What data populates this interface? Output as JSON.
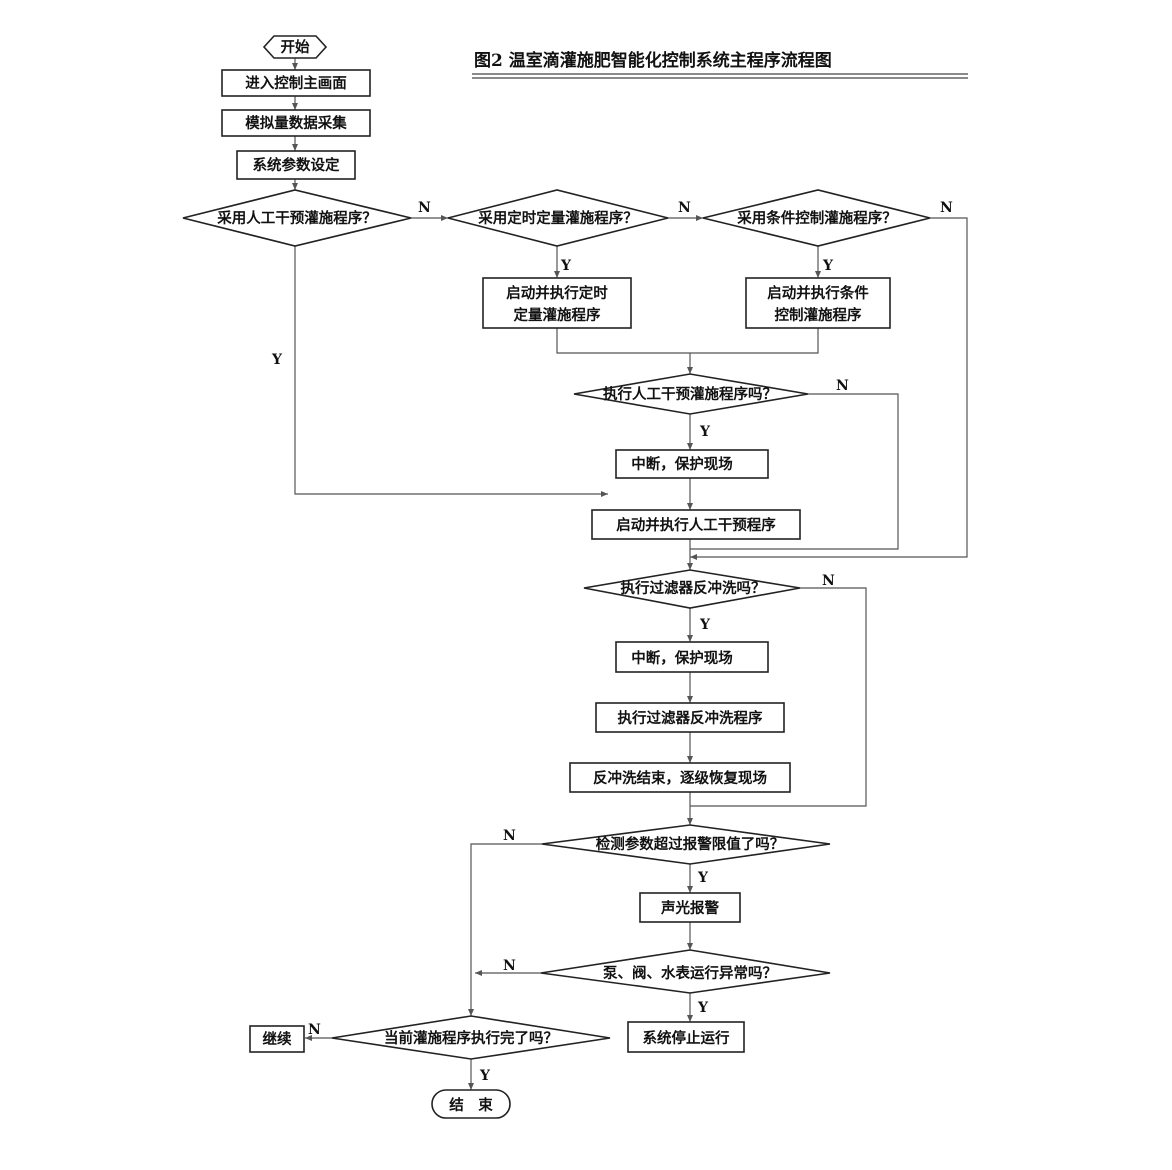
{
  "title": "图2 温室滴灌施肥智能化控制系统主程序流程图",
  "nodes": {
    "start": "开始",
    "enter_main": "进入控制主画面",
    "analog_collect": "模拟量数据采集",
    "param_set": "系统参数设定",
    "q_manual": "采用人工干预灌施程序？",
    "q_timed": "采用定时定量灌施程序？",
    "q_condition": "采用条件控制灌施程序？",
    "start_timed_line1": "启动并执行定时",
    "start_timed_line2": "定量灌施程序",
    "start_cond_line1": "启动并执行条件",
    "start_cond_line2": "控制灌施程序",
    "q_exec_manual": "执行人工干预灌施程序吗？",
    "interrupt1": "中断，保护现场",
    "start_manual": "启动并执行人工干预程序",
    "q_backwash": "执行过滤器反冲洗吗？",
    "interrupt2": "中断，保护现场",
    "exec_backwash": "执行过滤器反冲洗程序",
    "backwash_end": "反冲洗结束，逐级恢复现场",
    "q_alarm": "检测参数超过报警限值了吗？",
    "alarm": "声光报警",
    "q_abnormal": "泵、阀、水表运行异常吗？",
    "stop": "系统停止运行",
    "q_done": "当前灌施程序执行完了吗？",
    "continue": "继续",
    "end": "结　束"
  },
  "labels": {
    "yes": "Y",
    "no": "N"
  },
  "colors": {
    "stroke": "#222222",
    "connector": "#555555",
    "text": "#111111"
  }
}
